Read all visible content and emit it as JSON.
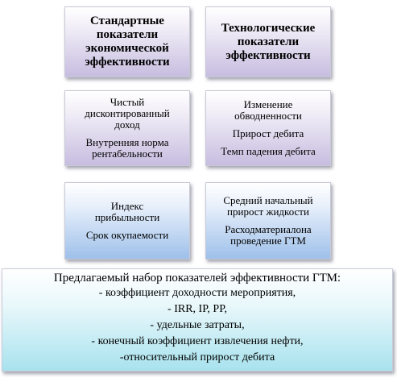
{
  "top_left": {
    "title_lines": [
      "Стандартные",
      "показатели",
      "экономической",
      "эффективности"
    ]
  },
  "top_right": {
    "title_lines": [
      "Технологические",
      "показатели",
      "эффективности"
    ]
  },
  "mid_left": {
    "item1_lines": [
      "Чистый",
      "дисконтированный",
      "доход"
    ],
    "item2_lines": [
      "Внутренняя норма",
      "рентабельности"
    ]
  },
  "mid_right": {
    "item1_lines": [
      "Изменение",
      "обводненности"
    ],
    "item2": "Прирост дебита",
    "item3": "Темп падения дебита"
  },
  "low_left": {
    "item1_lines": [
      "Индекс",
      "прибыльности"
    ],
    "item2": "Срок окупаемости"
  },
  "low_right": {
    "item1_lines": [
      "Средний начальный",
      "прирост жидкости"
    ],
    "item2_lines": [
      "Расходматериалона",
      "проведение ГТМ"
    ]
  },
  "bottom": {
    "title": "Предлагаемый набор показателей эффективности ГТМ:",
    "items": [
      "- коэффициент доходности мероприятия,",
      "- IRR, IP, PP,",
      "- удельные затраты,",
      "- конечный коэффициент извлечения нефти,",
      "-относительный прирост дебита"
    ]
  }
}
